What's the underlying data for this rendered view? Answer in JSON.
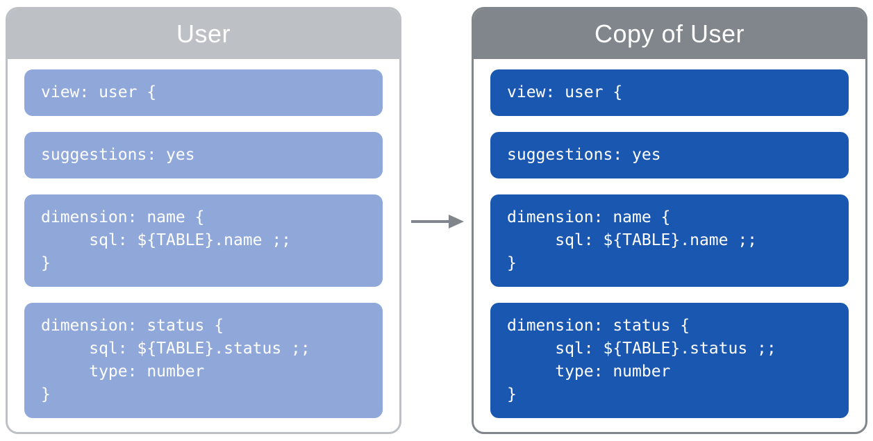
{
  "diagram": {
    "source_panel": {
      "title": "User",
      "header_color": "#BDC1C6",
      "border_color": "#BDC1C6",
      "block_color": "#8FA8D9",
      "text_color": "#FFFFFF",
      "blocks": [
        {
          "lines": [
            "view: user {"
          ]
        },
        {
          "lines": [
            "suggestions: yes"
          ]
        },
        {
          "lines": [
            "dimension: name {",
            "     sql: ${TABLE}.name ;;",
            "}"
          ]
        },
        {
          "lines": [
            "dimension: status {",
            "     sql: ${TABLE}.status ;;",
            "     type: number",
            "}"
          ]
        }
      ]
    },
    "arrow": {
      "direction": "right",
      "color": "#80868B"
    },
    "target_panel": {
      "title": "Copy of User",
      "header_color": "#80868B",
      "border_color": "#80868B",
      "block_color": "#1A57B0",
      "text_color": "#FFFFFF",
      "blocks": [
        {
          "lines": [
            "view: user {"
          ]
        },
        {
          "lines": [
            "suggestions: yes"
          ]
        },
        {
          "lines": [
            "dimension: name {",
            "     sql: ${TABLE}.name ;;",
            "}"
          ]
        },
        {
          "lines": [
            "dimension: status {",
            "     sql: ${TABLE}.status ;;",
            "     type: number",
            "}"
          ]
        }
      ]
    }
  }
}
